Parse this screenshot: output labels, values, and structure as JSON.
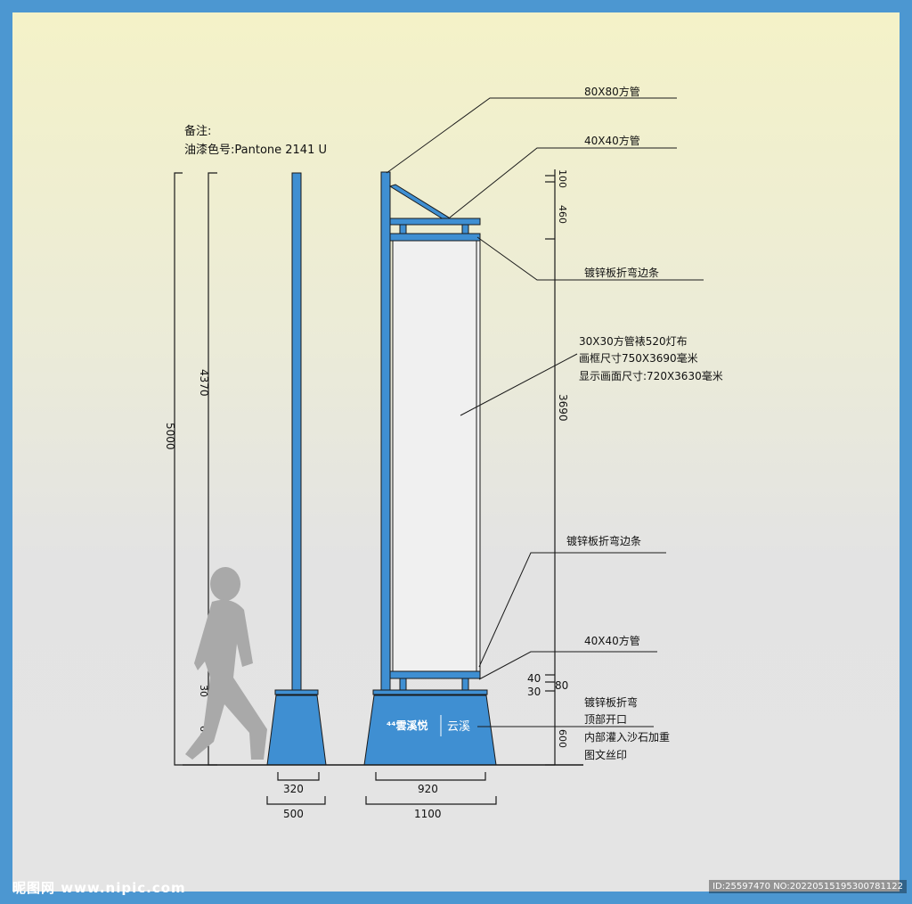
{
  "notes": {
    "title": "备注:",
    "paint_color": "油漆色号:Pantone 2141 U"
  },
  "callouts": {
    "tube_80": "80X80方管",
    "tube_40_top": "40X40方管",
    "galv_edge_top": "镀锌板折弯边条",
    "frame_line1": "30X30方管裱520灯布",
    "frame_line2": "画框尺寸750X3690毫米",
    "frame_line3": "显示画面尺寸:720X3630毫米",
    "galv_edge_bottom": "镀锌板折弯边条",
    "tube_40_bottom": "40X40方管",
    "base_line1": "镀锌板折弯",
    "base_line2": "顶部开口",
    "base_line3": "内部灌入沙石加重",
    "base_line4": "图文丝印"
  },
  "dimensions": {
    "total_height": "5000",
    "pole_height": "4370",
    "plate_30_left": "30",
    "base_600_left": "600",
    "top_100": "100",
    "top_460": "460",
    "frame_3690": "3690",
    "dim_40": "40",
    "dim_30": "30",
    "dim_80": "80",
    "base_600_right": "600",
    "w_320": "320",
    "w_500": "500",
    "w_920": "920",
    "w_1100": "1100"
  },
  "base_print": {
    "brand": "⁴⁴雲溪悦",
    "sub": "云溪"
  },
  "colors": {
    "steel": "#3f8fd2",
    "base": "#3f8fd2",
    "border": "#4c97d1",
    "line": "#1a1a1a"
  },
  "watermark": {
    "left": "昵图网 www.nipic.com",
    "right": "ID:25597470 NO:20220515195300781122"
  }
}
